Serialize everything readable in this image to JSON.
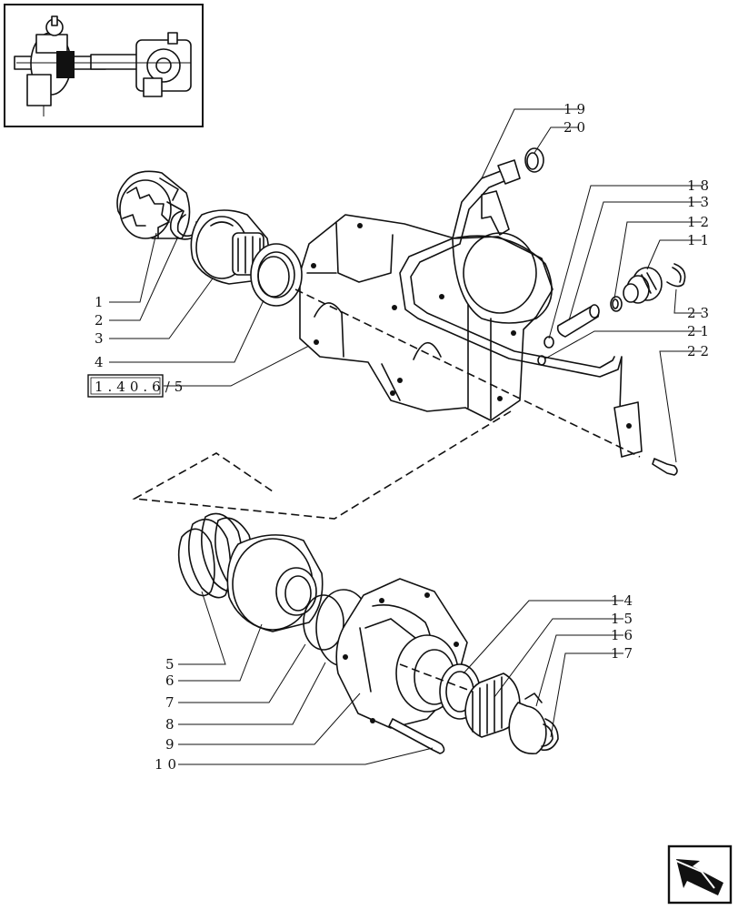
{
  "parts": [
    {
      "number": "1"
    },
    {
      "number": "2"
    },
    {
      "number": "3"
    },
    {
      "number": "4"
    },
    {
      "number": "5"
    },
    {
      "number": "6"
    },
    {
      "number": "7"
    },
    {
      "number": "8"
    },
    {
      "number": "9"
    },
    {
      "number": "10"
    },
    {
      "number": "11"
    },
    {
      "number": "12"
    },
    {
      "number": "13"
    },
    {
      "number": "14"
    },
    {
      "number": "15"
    },
    {
      "number": "16"
    },
    {
      "number": "17"
    },
    {
      "number": "18"
    },
    {
      "number": "19"
    },
    {
      "number": "20"
    },
    {
      "number": "21"
    },
    {
      "number": "22"
    },
    {
      "number": "23"
    }
  ],
  "reference": "1.40.6/5",
  "icons": {
    "thumbnail": "axle-assembly-thumbnail-icon",
    "navigation": "previous-page-arrow-icon"
  }
}
